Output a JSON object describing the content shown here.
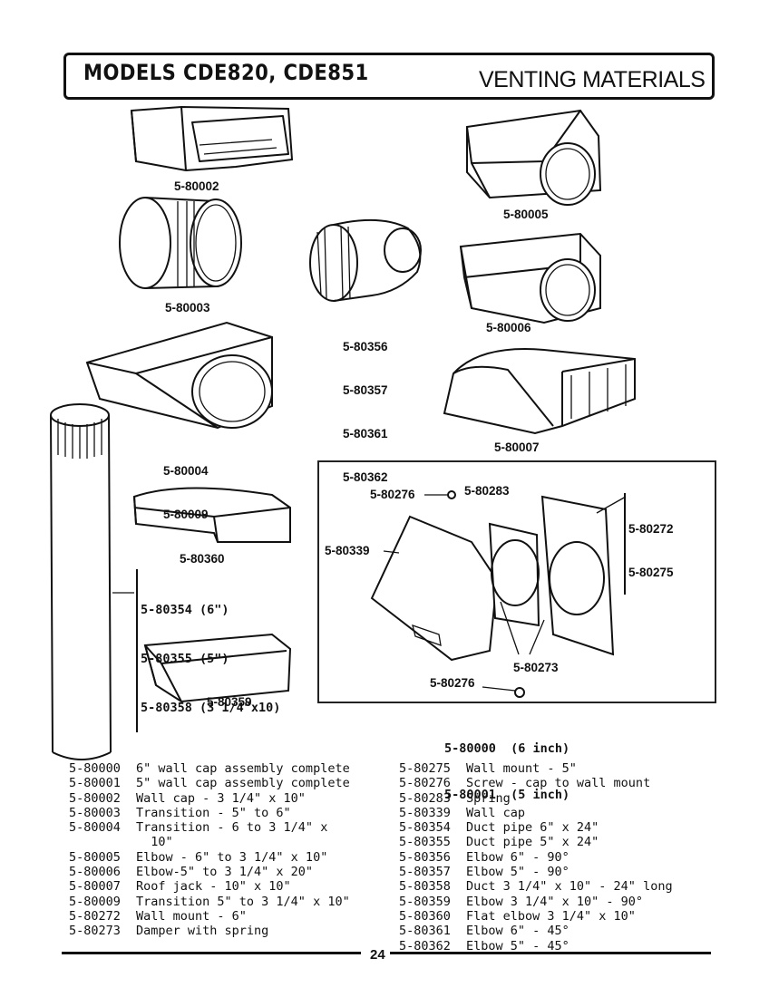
{
  "header": {
    "models": "MODELS CDE820, CDE851",
    "title": "VENTING MATERIALS"
  },
  "callouts": {
    "p80002": "5-80002",
    "p80005": "5-80005",
    "p80003": "5-80003",
    "p80356_group": [
      "5-80356",
      "5-80357",
      "5-80361",
      "5-80362"
    ],
    "p80006": "5-80006",
    "p80004_group": [
      "5-80004",
      "5-80009"
    ],
    "p80007": "5-80007",
    "p80360": "5-80360",
    "pipe_group": [
      "5-80354 (6\")",
      "5-80355 (5\")",
      "5-80358 (3 1/4\"x10)"
    ],
    "p80359": "5-80359",
    "inset": {
      "screw_top": "5-80276",
      "spring": "5-80283",
      "mount_group": [
        "5-80272",
        "5-80275"
      ],
      "cap": "5-80339",
      "damper": "5-80273",
      "screw_bottom": "5-80276",
      "assembly": [
        "5-80000  (6 inch)",
        "5-80001  (5 inch)"
      ]
    }
  },
  "parts_left": [
    {
      "num": "5-80000",
      "desc": "6\" wall cap assembly complete"
    },
    {
      "num": "5-80001",
      "desc": "5\" wall cap assembly complete"
    },
    {
      "num": "5-80002",
      "desc": "Wall cap - 3 1/4\" x 10\""
    },
    {
      "num": "5-80003",
      "desc": "Transition - 5\" to 6\""
    },
    {
      "num": "5-80004",
      "desc": "Transition - 6 to 3 1/4\" x"
    },
    {
      "num": "",
      "desc": "  10\""
    },
    {
      "num": "5-80005",
      "desc": "Elbow - 6\" to 3 1/4\" x 10\""
    },
    {
      "num": "5-80006",
      "desc": "Elbow-5\" to 3 1/4\" x 20\""
    },
    {
      "num": "5-80007",
      "desc": "Roof jack - 10\" x 10\""
    },
    {
      "num": "5-80009",
      "desc": "Transition 5\" to 3 1/4\" x 10\""
    },
    {
      "num": "5-80272",
      "desc": "Wall mount - 6\""
    },
    {
      "num": "5-80273",
      "desc": "Damper with spring"
    }
  ],
  "parts_right": [
    {
      "num": "5-80275",
      "desc": "Wall mount - 5\""
    },
    {
      "num": "5-80276",
      "desc": "Screw - cap to wall mount"
    },
    {
      "num": "5-80283",
      "desc": "Spring"
    },
    {
      "num": "5-80339",
      "desc": "Wall cap"
    },
    {
      "num": "5-80354",
      "desc": "Duct pipe 6\" x 24\""
    },
    {
      "num": "5-80355",
      "desc": "Duct pipe 5\" x 24\""
    },
    {
      "num": "5-80356",
      "desc": "Elbow 6\" - 90°"
    },
    {
      "num": "5-80357",
      "desc": "Elbow 5\" - 90°"
    },
    {
      "num": "5-80358",
      "desc": "Duct 3 1/4\" x 10\" - 24\" long"
    },
    {
      "num": "5-80359",
      "desc": "Elbow 3 1/4\" x 10\" - 90°"
    },
    {
      "num": "5-80360",
      "desc": "Flat elbow 3 1/4\" x 10\""
    },
    {
      "num": "5-80361",
      "desc": "Elbow 6\" - 45°"
    },
    {
      "num": "5-80362",
      "desc": "Elbow 5\" - 45°"
    }
  ],
  "footer": {
    "page": "24"
  }
}
